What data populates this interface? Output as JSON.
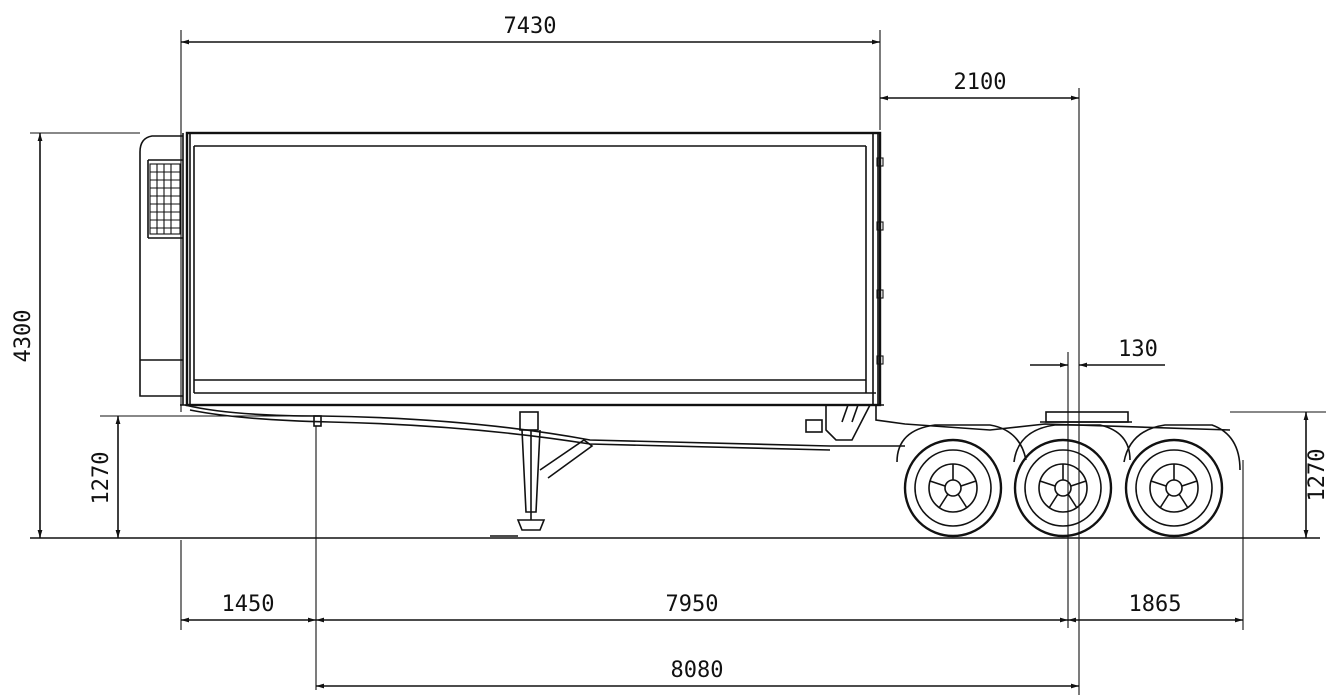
{
  "dimensions": {
    "body_length": "7430",
    "front_overhang_to_kingpin": "2100",
    "total_height": "4300",
    "coupling_height_front": "1270",
    "coupling_height_rear": "1270",
    "axle_spacing_offset": "130",
    "front_to_landing_gear": "1450",
    "landing_gear_to_axle": "7950",
    "rear_overhang": "1865",
    "kingpin_to_axle": "8080"
  },
  "colors": {
    "line": "#111111",
    "background": "#ffffff"
  }
}
